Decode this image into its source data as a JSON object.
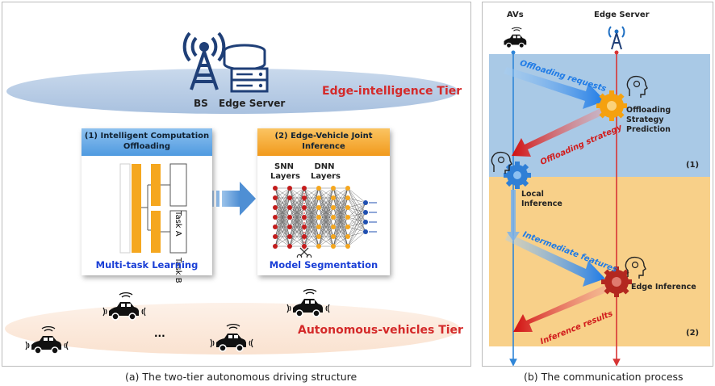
{
  "tiers": {
    "edge_label": "Edge-intelligence Tier",
    "vehicle_label": "Autonomous-vehicles Tier",
    "bs_label": "BS",
    "edge_server_label": "Edge Server"
  },
  "card1": {
    "title": "(1) Intelligent Computation Offloading",
    "task_a": "Task A",
    "task_b": "Task B",
    "footer": "Multi-task Learning"
  },
  "card2": {
    "title": "(2) Edge-Vehicle Joint Inference",
    "snn_label": "SNN Layers",
    "dnn_label": "DNN Layers",
    "footer": "Model Segmentation"
  },
  "ellipsis": "...",
  "captions": {
    "a": "(a) The two-tier autonomous driving structure",
    "b": "(b) The communication process"
  },
  "process": {
    "avs_label": "AVs",
    "edge_server_label": "Edge Server",
    "offloading_requests": "Offloading requests",
    "offloading_strategy": "Offloading strategy",
    "strategy_prediction": "Offloading Strategy Prediction",
    "local_inference": "Local Inference",
    "intermediate_features": "Intermediate features",
    "edge_inference": "Edge Inference",
    "inference_results": "Inference results",
    "phase1": "(1)",
    "phase2": "(2)"
  },
  "colors": {
    "edge_tier_ellipse": "#b8cde6",
    "vehicle_tier_ellipse": "#fbe8da",
    "tier_label": "#d42a2a",
    "phase1_bg": "#a9c9e6",
    "phase2_bg": "#f8d089",
    "av_line": "#2f86d8",
    "server_line": "#d73434",
    "blue_arrow": "#2f86e8",
    "red_arrow": "#d11d1d",
    "card1_header": "#5aa3e3",
    "card2_header": "#f1a82d",
    "task_bar": "#f5a71f"
  },
  "icons": [
    "antenna-tower-icon",
    "server-icon",
    "car-icon",
    "gear-icon",
    "head-gear-icon",
    "scissors-icon",
    "broadcast-icon"
  ]
}
